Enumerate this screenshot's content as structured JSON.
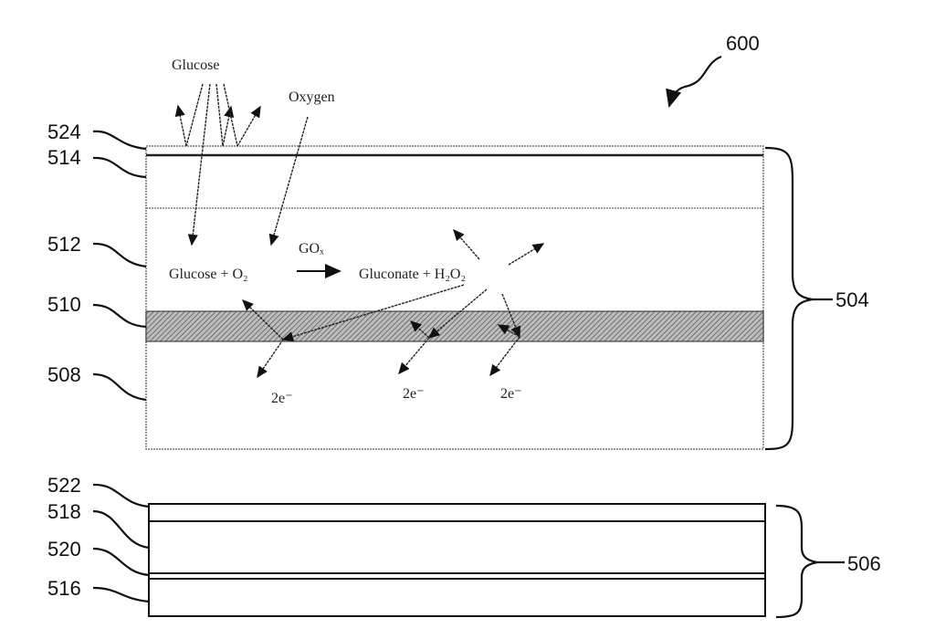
{
  "figure": {
    "number": "600",
    "ref_labels": {
      "l524": "524",
      "l514": "514",
      "l512": "512",
      "l510": "510",
      "l508": "508",
      "l522": "522",
      "l518": "518",
      "l520": "520",
      "l516": "516",
      "l504": "504",
      "l506": "506"
    },
    "annotations": {
      "glucose": "Glucose",
      "oxygen": "Oxygen",
      "reactants": "Glucose + O₂",
      "enzyme": "GOₓ",
      "products": "Gluconate + H₂O₂",
      "electrons_1": "2e⁻",
      "electrons_2": "2e⁻",
      "electrons_3": "2e⁻"
    }
  }
}
